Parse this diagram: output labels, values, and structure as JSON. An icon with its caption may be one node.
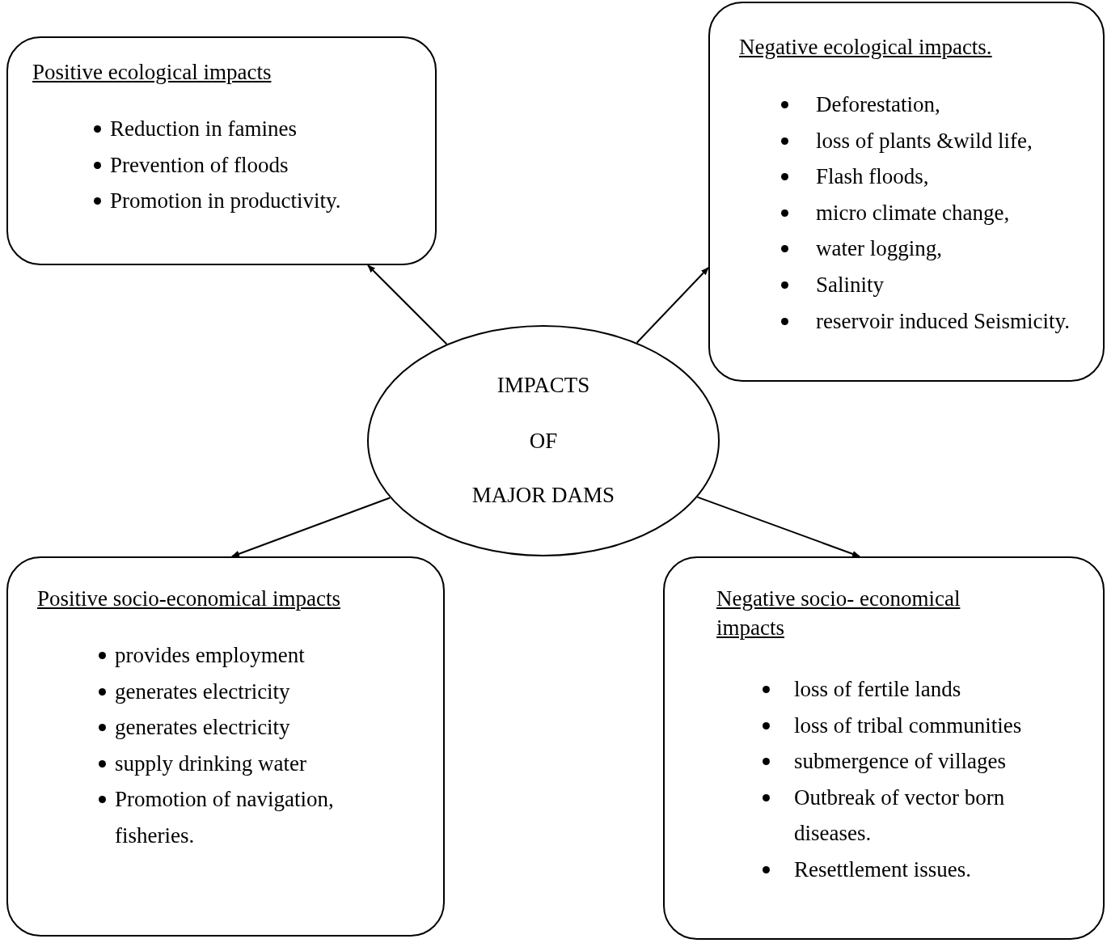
{
  "diagram": {
    "nodes": [
      {
        "text": [
          "Positive ecological impacts",
          "Reduction in famines",
          "Prevention of floods",
          "Promotion in productivity."
        ]
      },
      {
        "text": [
          "Negative ecological impacts.",
          "Deforestation,",
          "loss of plants &wild life,",
          "Flash floods,",
          "micro climate change,",
          "water logging,",
          "Salinity",
          "reservoir induced Seismicity."
        ]
      },
      {
        "text": [
          "IMPACTS",
          "OF",
          "MAJOR DAMS"
        ]
      },
      {
        "text": [
          "Positive socio-economical impacts",
          "provides employment",
          "generates electricity",
          "generates electricity",
          "supply drinking water",
          "Promotion of navigation, fisheries."
        ]
      },
      {
        "text": [
          "Negative socio- economical impacts",
          "loss of fertile lands",
          "loss of tribal communities",
          "submergence of villages",
          "Outbreak of vector born diseases.",
          "Resettlement issues."
        ]
      }
    ],
    "edges": [
      {
        "from": 2,
        "to": 0,
        "arrow": "to"
      },
      {
        "from": 2,
        "to": 1,
        "arrow": "to"
      },
      {
        "from": 2,
        "to": 3,
        "arrow": "to"
      },
      {
        "from": 2,
        "to": 4,
        "arrow": "to"
      }
    ]
  }
}
